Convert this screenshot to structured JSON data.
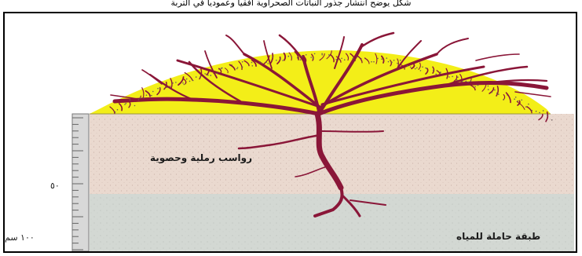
{
  "caption": "شكل يوضح انتشار جذور النباتات الصحراوية أفقياً وعمودياً في التربة",
  "labels": {
    "sand_layer": "رواسب رملية وحصوية",
    "water_layer": "طبقة حاملة للمياه",
    "depth_50": "٥٠",
    "depth_100": "١٠٠ سم"
  },
  "colors": {
    "mound": "#f3ee18",
    "soil": "#ead9cf",
    "water_zone": "#d3d8d3",
    "root": "#8a1638",
    "ruler": "#d8d8d8"
  }
}
